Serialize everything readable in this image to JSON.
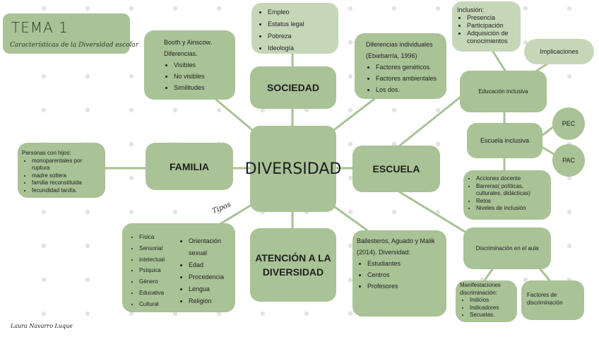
{
  "header": {
    "title": "TEMA 1",
    "subtitle": "Características de la Diversidad escolar"
  },
  "center": {
    "label": "DIVERSIDAD"
  },
  "sociedad": {
    "label": "SOCIEDAD",
    "items": [
      "Empleo",
      "Estatus legal",
      "Pobreza",
      "Ideología"
    ]
  },
  "booth": {
    "lines": [
      "Booth y Ainscow.",
      "Diferencias."
    ],
    "items": [
      "Visibles",
      "No visibles",
      "Similitudes"
    ]
  },
  "diferencias": {
    "lines": [
      "Diferencias individuales",
      "(Etxebarría, 1996)"
    ],
    "items": [
      "Factores genéticos.",
      "Factores ambientales",
      "Los dos."
    ]
  },
  "familia": {
    "label": "FAMILIA",
    "intro": "Personas con hijos:",
    "items": [
      "monoparentales por ruptura",
      "madre soltera",
      "familia reconstituida",
      "fecundidad tardía."
    ]
  },
  "escuela": {
    "label": "ESCUELA",
    "inclusion_title": "Inclusión:",
    "inclusion_items": [
      "Presencia",
      "Participación",
      "Adquisición de conocimientos"
    ],
    "implicaciones": "Implicaciones",
    "educacion_inclusiva": "Educación inclusiva",
    "escuela_inclusiva": "Escuela inclusiva",
    "pec": "PEC",
    "pac": "PAC",
    "acciones": [
      "Acciones docente",
      "Barreras( políticas, culturales, didácticas)",
      "Retos",
      "Niveles de inclusión"
    ],
    "discriminacion": "Discriminación en el aula",
    "manifestaciones_title": "Manifestaciones discriminación:",
    "manifestaciones_items": [
      "Indicios",
      "Indicadores",
      "Secuelas."
    ],
    "factores": "Factores de discriminación"
  },
  "atencion": {
    "label": "ATENCIÓN A LA DIVERSIDAD",
    "tipos": "Tipos",
    "col1": [
      "Física",
      "Sensorial",
      "intelectual",
      "Psíquica",
      "Género",
      "Educativa",
      "Cultural"
    ],
    "col2": [
      "Orientación sexual",
      "Edad",
      "Procedencia",
      "Lengua",
      "Religión"
    ]
  },
  "ballesteros": {
    "lines": [
      "Ballesteros, Aguado y Malik",
      "(2014). Diversidad:"
    ],
    "items": [
      "Estudiantes",
      "Centros",
      "Profesores"
    ]
  },
  "author": "Laura Navarro Luque",
  "colors": {
    "node": "#a9c296",
    "node_light": "#c6d7b8",
    "line": "#a9c296",
    "dots": "#e3e3e3"
  }
}
